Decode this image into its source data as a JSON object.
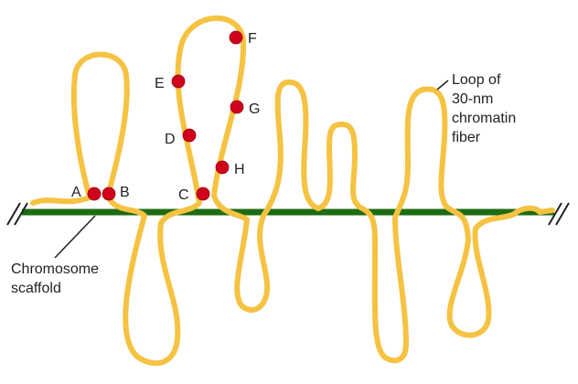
{
  "colors": {
    "fiber": "#f5c242",
    "scaffold": "#1f6b12",
    "site": "#d0021b"
  },
  "labels": {
    "loop_caption": [
      "Loop of",
      "30-nm",
      "chromatin",
      "fiber"
    ],
    "scaffold_caption": [
      "Chromosome",
      "scaffold"
    ]
  },
  "sites": [
    "A",
    "B",
    "C",
    "D",
    "E",
    "F",
    "G",
    "H"
  ]
}
